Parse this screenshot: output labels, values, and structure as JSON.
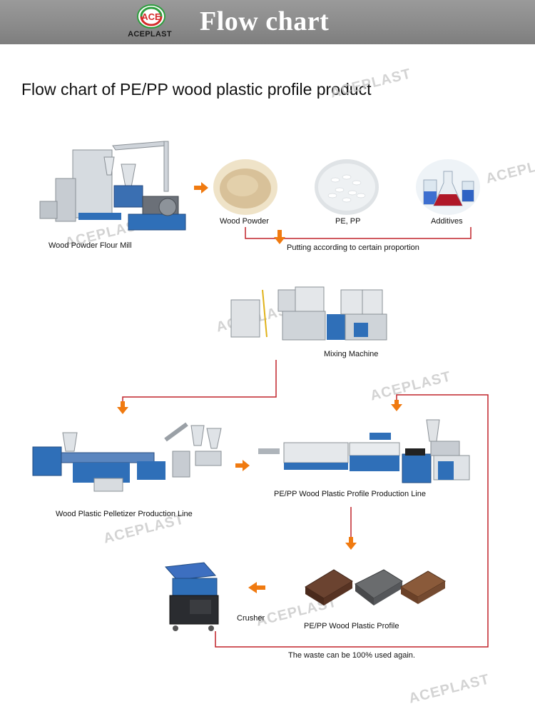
{
  "header": {
    "logo_mark": "ACE",
    "logo_name": "ACEPLAST",
    "title": "Flow chart"
  },
  "page_title": "Flow chart of PE/PP wood plastic profile product",
  "watermark": "ACEPLAST",
  "nodes": {
    "flour_mill": "Wood Powder Flour Mill",
    "wood_powder": "Wood Powder",
    "pe_pp": "PE, PP",
    "additives": "Additives",
    "proportion": "Putting according to certain proportion",
    "mixing": "Mixing Machine",
    "pelletizer": "Wood Plastic Pelletizer Production Line",
    "profile_line": "PE/PP Wood Plastic Profile Production Line",
    "profile": "PE/PP Wood Plastic Profile",
    "crusher": "Crusher",
    "waste": "The waste can be 100% used again."
  },
  "colors": {
    "header_bg": "#8a8a8a",
    "arrow": "#f07a10",
    "line": "#c0242a",
    "machine_blue": "#2f6fb8",
    "logo_green": "#2e9e3e",
    "logo_red": "#d42a2a"
  }
}
